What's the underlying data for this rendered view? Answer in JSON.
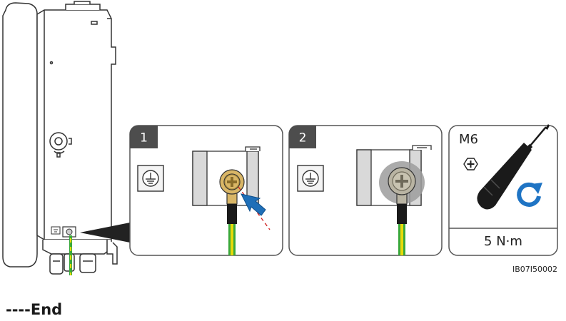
{
  "colors": {
    "outline": "#333333",
    "panel_border": "#555555",
    "step_badge": "#4d4d4d",
    "lug_gold": "#d9b666",
    "lug_gold_dark": "#a88a3d",
    "lug_steel": "#b9b4a3",
    "cable_green": "#3aa83a",
    "cable_yellow": "#e8d90a",
    "arrow_blue": "#1f6fb8",
    "rotate_blue": "#1f74c4",
    "hint_red": "#d02020"
  },
  "icons": [
    "ground-symbol-icon",
    "phillips-screwdriver-icon",
    "phillips-bit-icon",
    "clockwise-rotate-icon",
    "push-arrow-icon"
  ],
  "steps": [
    {
      "number": "1"
    },
    {
      "number": "2"
    }
  ],
  "tool": {
    "screw_size": "M6",
    "torque": "5 N·m"
  },
  "figure_id": "IB07I50002",
  "end_marker": "----End"
}
